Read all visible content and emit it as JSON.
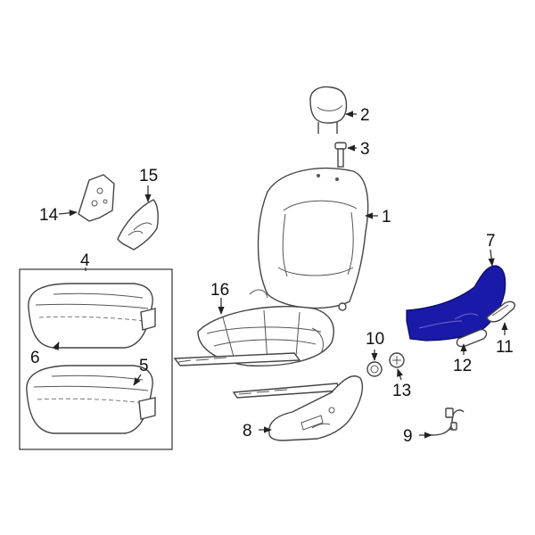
{
  "diagram": {
    "highlight_color": "#1a1aa8",
    "callouts": {
      "c1": "1",
      "c2": "2",
      "c3": "3",
      "c4": "4",
      "c5": "5",
      "c6": "6",
      "c7": "7",
      "c8": "8",
      "c9": "9",
      "c10": "10",
      "c11": "11",
      "c12": "12",
      "c13": "13",
      "c14": "14",
      "c15": "15",
      "c16": "16"
    }
  }
}
